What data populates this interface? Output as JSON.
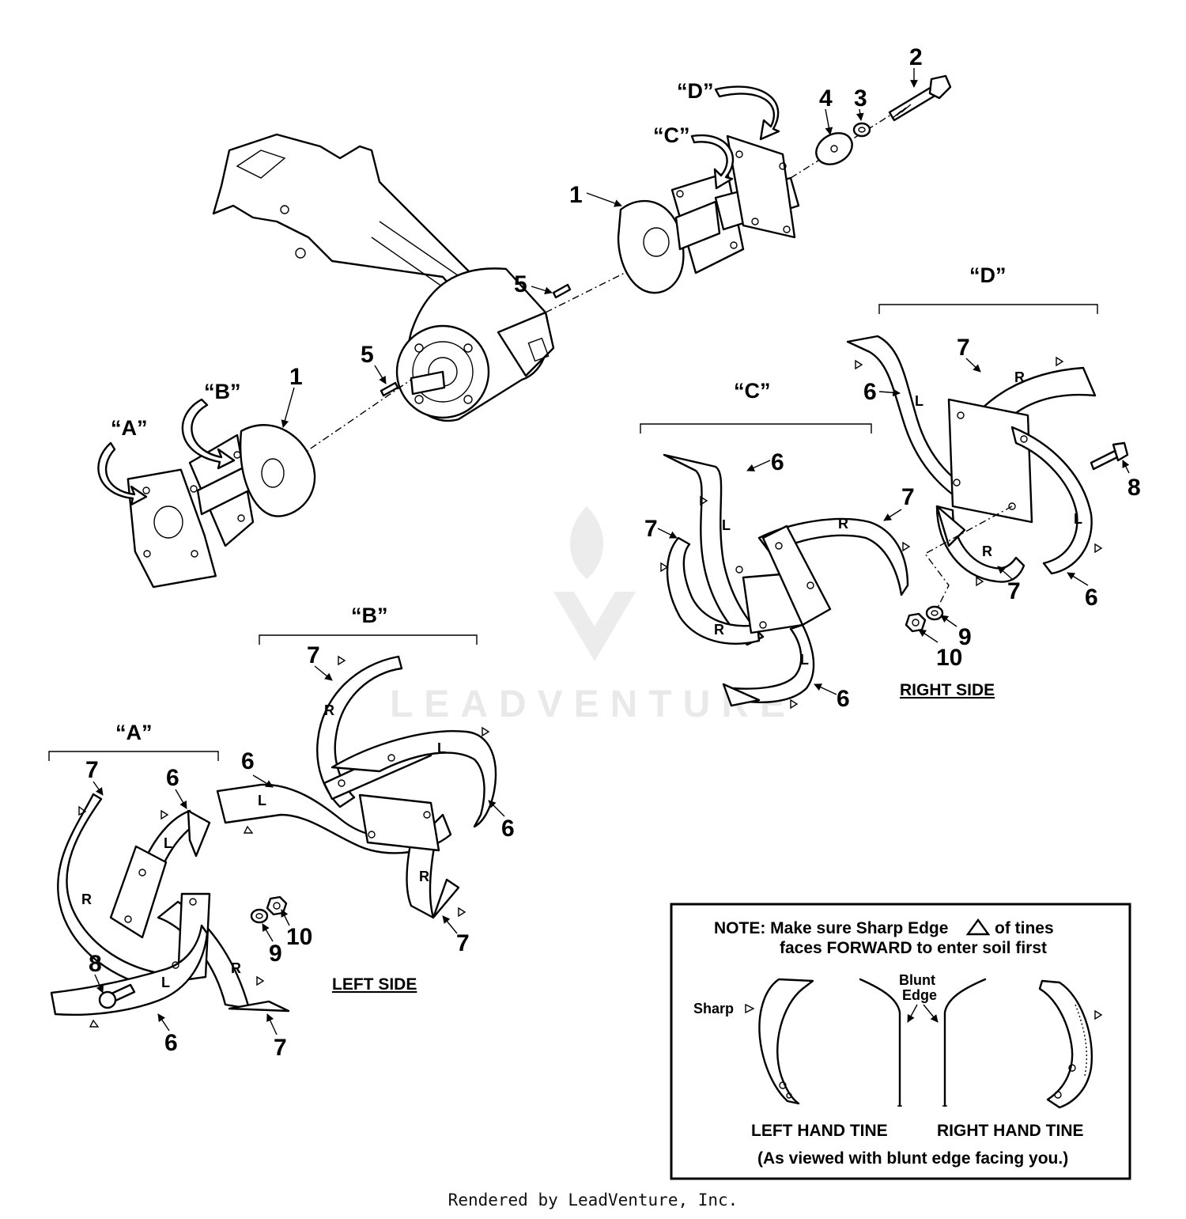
{
  "callouts": {
    "n1": "1",
    "n2": "2",
    "n3": "3",
    "n4": "4",
    "n5": "5",
    "n6": "6",
    "n7": "7",
    "n8": "8",
    "n9": "9",
    "n10": "10"
  },
  "group_labels": {
    "a": "“A”",
    "b": "“B”",
    "c": "“C”",
    "d": "“D”"
  },
  "tine_letters": {
    "left": "L",
    "right": "R"
  },
  "side_labels": {
    "left": "LEFT SIDE",
    "right": "RIGHT SIDE"
  },
  "note_box": {
    "line1": "NOTE:  Make sure Sharp Edge",
    "line1_end": "of tines",
    "line2": "faces FORWARD to enter soil first",
    "sharp_label": "Sharp",
    "blunt_label_1": "Blunt",
    "blunt_label_2": "Edge",
    "left_hand_tine": "LEFT HAND TINE",
    "right_hand_tine": "RIGHT HAND TINE",
    "viewing_note": "(As viewed with blunt edge facing you.)"
  },
  "watermark": "LEADVENTURE",
  "credit": "Rendered by LeadVenture, Inc."
}
